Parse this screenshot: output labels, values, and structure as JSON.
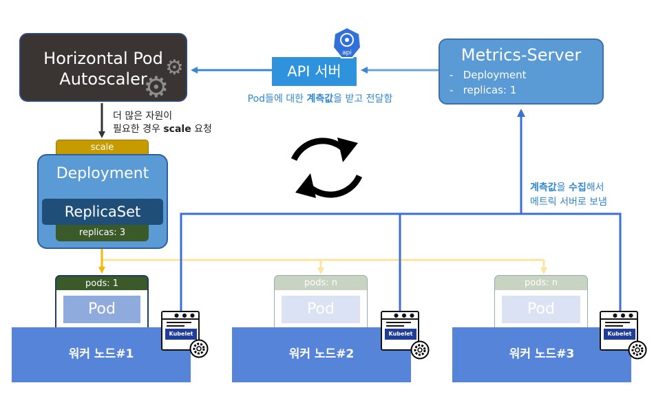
{
  "hpa": {
    "line1": "Horizontal Pod",
    "line2": "Autoscaler",
    "icon": "gear-icon"
  },
  "api_server": {
    "label": "API 서버",
    "logo_text": "api"
  },
  "api_caption": {
    "pre": "Pod들에 대한 ",
    "bold": "계측값",
    "post": "을 받고 전달함"
  },
  "metrics_server": {
    "title": "Metrics-Server",
    "items": [
      "-   Deployment",
      "-   replicas: 1"
    ]
  },
  "scale_note": {
    "line1": "더 많은 자원이",
    "line2_pre": "필요한 경우 ",
    "line2_bold": "scale",
    "line2_post": " 요청"
  },
  "deployment": {
    "scale_tab": "scale",
    "title": "Deployment",
    "replicaset": "ReplicaSet",
    "replicas": "replicas: 3"
  },
  "collect_note": {
    "bold1": "계측값",
    "mid": "을 ",
    "bold2": "수집",
    "post": "해서",
    "line2": "메트릭 서버로 보냄"
  },
  "nodes": [
    {
      "name": "워커 노드#1",
      "pods": "pods: 1",
      "pod": "Pod",
      "kubelet": "Kubelet"
    },
    {
      "name": "워커 노드#2",
      "pods": "pods: n",
      "pod": "Pod",
      "kubelet": "Kubelet"
    },
    {
      "name": "워커 노드#3",
      "pods": "pods: n",
      "pod": "Pod",
      "kubelet": "Kubelet"
    }
  ],
  "colors": {
    "blue_line": "#3a6fd8",
    "yellow_line": "#f5b800",
    "light_yellow": "#fbe4a0",
    "node_blue": "#5584d9"
  }
}
